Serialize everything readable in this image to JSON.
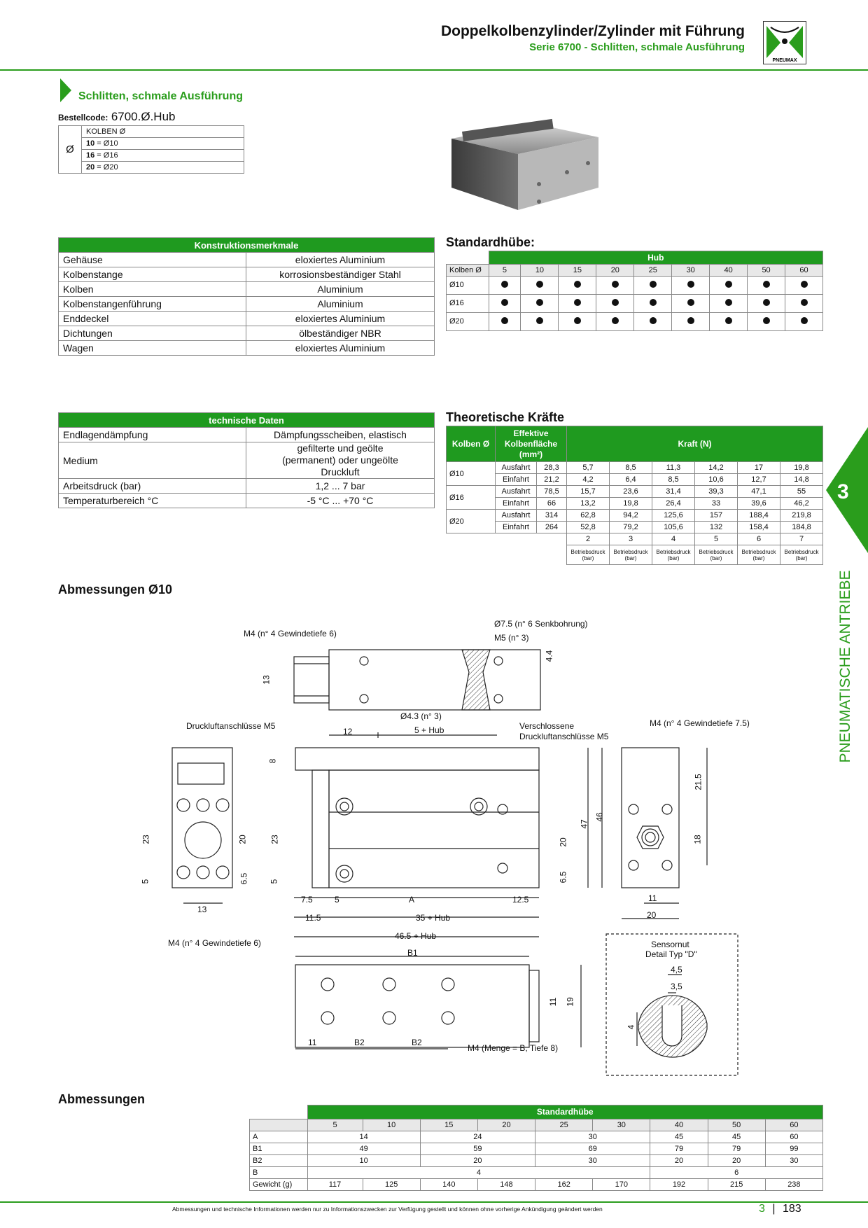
{
  "header": {
    "title": "Doppelkolbenzylinder/Zylinder mit Führung",
    "subtitle": "Serie 6700 - Schlitten, schmale Ausführung",
    "logo_text": "PNEUMAX"
  },
  "section": {
    "title": "Schlitten, schmale Ausführung",
    "order_label": "Bestellcode:",
    "order_code": "6700.Ø.Hub",
    "order_symbol": "Ø",
    "order_header": "KOLBEN Ø",
    "order_rows": [
      {
        "code": "10",
        "text": " = Ø10"
      },
      {
        "code": "16",
        "text": " = Ø16"
      },
      {
        "code": "20",
        "text": " = Ø20"
      }
    ]
  },
  "konstruktion": {
    "title": "Konstruktionsmerkmale",
    "rows": [
      [
        "Gehäuse",
        "eloxiertes Aluminium"
      ],
      [
        "Kolbenstange",
        "korrosionsbeständiger Stahl"
      ],
      [
        "Kolben",
        "Aluminium"
      ],
      [
        "Kolbenstangenführung",
        "Aluminium"
      ],
      [
        "Enddeckel",
        "eloxiertes Aluminium"
      ],
      [
        "Dichtungen",
        "ölbeständiger NBR"
      ],
      [
        "Wagen",
        "eloxiertes Aluminium"
      ]
    ]
  },
  "standardhuebe": {
    "title": "Standardhübe:",
    "hub_label": "Hub",
    "kolben_label": "Kolben Ø",
    "strokes": [
      "5",
      "10",
      "15",
      "20",
      "25",
      "30",
      "40",
      "50",
      "60"
    ],
    "rows": [
      "Ø10",
      "Ø16",
      "Ø20"
    ]
  },
  "technische": {
    "title": "technische Daten",
    "rows": [
      [
        "Endlagendämpfung",
        "Dämpfungsscheiben, elastisch"
      ],
      [
        "Medium",
        "gefilterte und geölte (permanent) oder ungeölte Druckluft"
      ],
      [
        "Arbeitsdruck (bar)",
        "1,2 ... 7 bar"
      ],
      [
        "Temperaturbereich °C",
        "-5 °C ... +70 °C"
      ]
    ]
  },
  "kraefte": {
    "title": "Theoretische Kräfte",
    "col_kolben": "Kolben Ø",
    "col_flaeche": "Effektive Kolbenfläche (mm²)",
    "col_kraft": "Kraft (N)",
    "groups": [
      {
        "kolben": "Ø10",
        "rows": [
          [
            "Ausfahrt",
            "28,3",
            "5,7",
            "8,5",
            "11,3",
            "14,2",
            "17",
            "19,8"
          ],
          [
            "Einfahrt",
            "21,2",
            "4,2",
            "6,4",
            "8,5",
            "10,6",
            "12,7",
            "14,8"
          ]
        ]
      },
      {
        "kolben": "Ø16",
        "rows": [
          [
            "Ausfahrt",
            "78,5",
            "15,7",
            "23,6",
            "31,4",
            "39,3",
            "47,1",
            "55"
          ],
          [
            "Einfahrt",
            "66",
            "13,2",
            "19,8",
            "26,4",
            "33",
            "39,6",
            "46,2"
          ]
        ]
      },
      {
        "kolben": "Ø20",
        "rows": [
          [
            "Ausfahrt",
            "314",
            "62,8",
            "94,2",
            "125,6",
            "157",
            "188,4",
            "219,8"
          ],
          [
            "Einfahrt",
            "264",
            "52,8",
            "79,2",
            "105,6",
            "132",
            "158,4",
            "184,8"
          ]
        ]
      }
    ],
    "pressures": [
      "2",
      "3",
      "4",
      "5",
      "6",
      "7"
    ],
    "pressure_label": "Betriebsdruck (bar)"
  },
  "side_tab": {
    "number": "3",
    "text": "PNEUMATISCHE ANTRIEBE"
  },
  "drawing": {
    "title": "Abmessungen Ø10",
    "labels": {
      "m4_top": "M4 (n° 4 Gewindetiefe 6)",
      "senk": "Ø7.5 (n° 6 Senkbohrung)",
      "m5": "M5 (n° 3)",
      "d43": "Ø4.3 (n° 3)",
      "hub5": "5 + Hub",
      "d12": "12",
      "d13": "13",
      "d44": "4.4",
      "druck": "Druckluftanschlüsse M5",
      "verschl1": "Verschlossene",
      "verschl2": "Druckluftanschlüsse M5",
      "m4_75": "M4 (n° 4 Gewindetiefe 7.5)",
      "m4_bottom": "M4 (n° 4 Gewindetiefe 6)",
      "m4_menge": "M4 (Menge = B, Tiefe 8)",
      "d35": "35 + Hub",
      "d465": "46.5 + Hub",
      "dA": "A",
      "dB1": "B1",
      "dB2": "B2",
      "d75": "7.5",
      "d5": "5",
      "d115": "11.5",
      "d125": "12.5",
      "d8": "8",
      "d23": "23",
      "d20": "20",
      "d65": "6.5",
      "d47": "47",
      "d46": "46",
      "d215": "21.5",
      "d18": "18",
      "d11": "11",
      "d19": "19",
      "sensor1": "Sensornut",
      "sensor2": "Detail Typ \"D\"",
      "s45": "4,5",
      "s35": "3,5",
      "s4": "4"
    }
  },
  "abmessungen": {
    "title": "Abmessungen",
    "header": "Standardhübe",
    "strokes": [
      "5",
      "10",
      "15",
      "20",
      "25",
      "30",
      "40",
      "50",
      "60"
    ],
    "rows": [
      {
        "label": "A",
        "cells": [
          [
            "14",
            2
          ],
          [
            "24",
            2
          ],
          [
            "30",
            2
          ],
          [
            "45",
            1
          ],
          [
            "45",
            1
          ],
          [
            "60",
            1
          ]
        ]
      },
      {
        "label": "B1",
        "cells": [
          [
            "49",
            2
          ],
          [
            "59",
            2
          ],
          [
            "69",
            2
          ],
          [
            "79",
            1
          ],
          [
            "79",
            1
          ],
          [
            "99",
            1
          ]
        ]
      },
      {
        "label": "B2",
        "cells": [
          [
            "10",
            2
          ],
          [
            "20",
            2
          ],
          [
            "30",
            2
          ],
          [
            "20",
            1
          ],
          [
            "20",
            1
          ],
          [
            "30",
            1
          ]
        ]
      },
      {
        "label": "B",
        "cells": [
          [
            "4",
            6
          ],
          [
            "6",
            3
          ]
        ]
      },
      {
        "label": "Gewicht (g)",
        "cells": [
          [
            "117",
            1
          ],
          [
            "125",
            1
          ],
          [
            "140",
            1
          ],
          [
            "148",
            1
          ],
          [
            "162",
            1
          ],
          [
            "170",
            1
          ],
          [
            "192",
            1
          ],
          [
            "215",
            1
          ],
          [
            "238",
            1
          ]
        ]
      }
    ]
  },
  "footer": {
    "disclaimer": "Abmessungen und technische Informationen werden nur zu Informationszwecken zur Verfügung gestellt und können ohne vorherige Ankündigung geändert werden",
    "chapter": "3",
    "page": "183"
  }
}
